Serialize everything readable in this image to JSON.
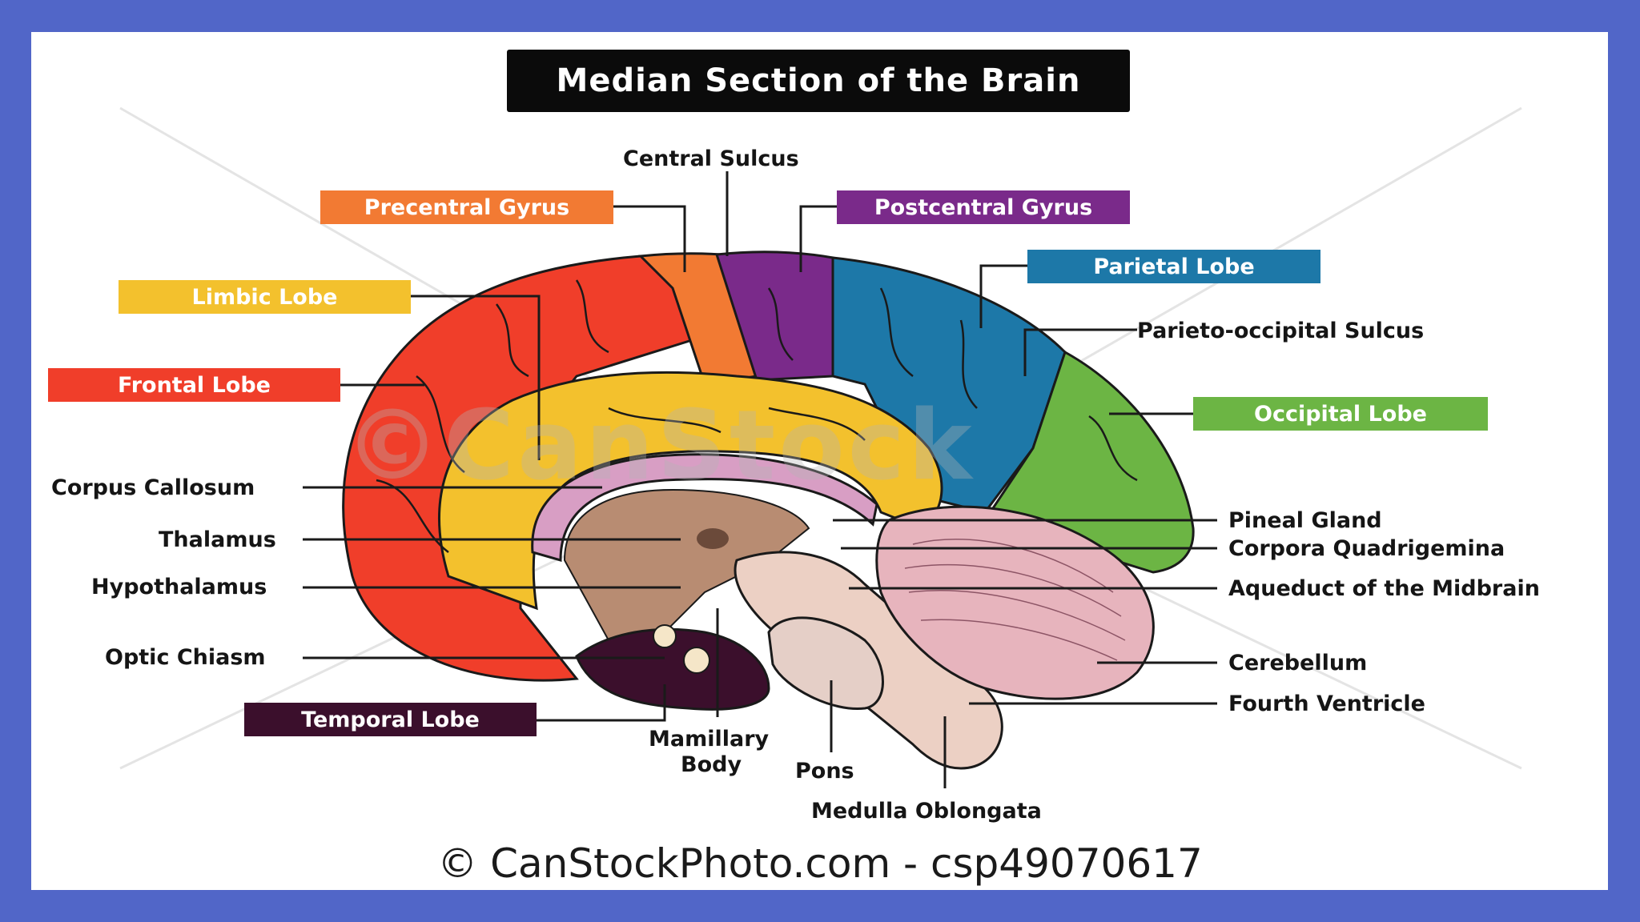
{
  "title": "Median Section of the Brain",
  "credit": "© CanStockPhoto.com - csp49070617",
  "watermark": "©CanStock",
  "colors": {
    "frame": "#5166c8",
    "frontal": "#f03e2a",
    "precentral": "#f27a33",
    "limbic": "#f3c12d",
    "postcentral": "#7a2a8a",
    "parietal": "#1d78a8",
    "occipital": "#6cb544",
    "temporal": "#3b0f2c",
    "cerebellum": "#e7b4bd"
  },
  "tags": {
    "precentral": "Precentral Gyrus",
    "postcentral": "Postcentral Gyrus",
    "limbic": "Limbic Lobe",
    "parietal": "Parietal Lobe",
    "frontal": "Frontal Lobe",
    "occipital": "Occipital Lobe",
    "temporal": "Temporal Lobe"
  },
  "labels": {
    "central_sulcus": "Central Sulcus",
    "parieto_occipital": "Parieto-occipital Sulcus",
    "corpus_callosum": "Corpus Callosum",
    "thalamus": "Thalamus",
    "hypothalamus": "Hypothalamus",
    "optic_chiasm": "Optic Chiasm",
    "mamillary_1": "Mamillary",
    "mamillary_2": "Body",
    "pons": "Pons",
    "medulla": "Medulla Oblongata",
    "pineal": "Pineal Gland",
    "corpora": "Corpora Quadrigemina",
    "aqueduct": "Aqueduct of the Midbrain",
    "cerebellum": "Cerebellum",
    "fourth_ventricle": "Fourth Ventricle"
  }
}
